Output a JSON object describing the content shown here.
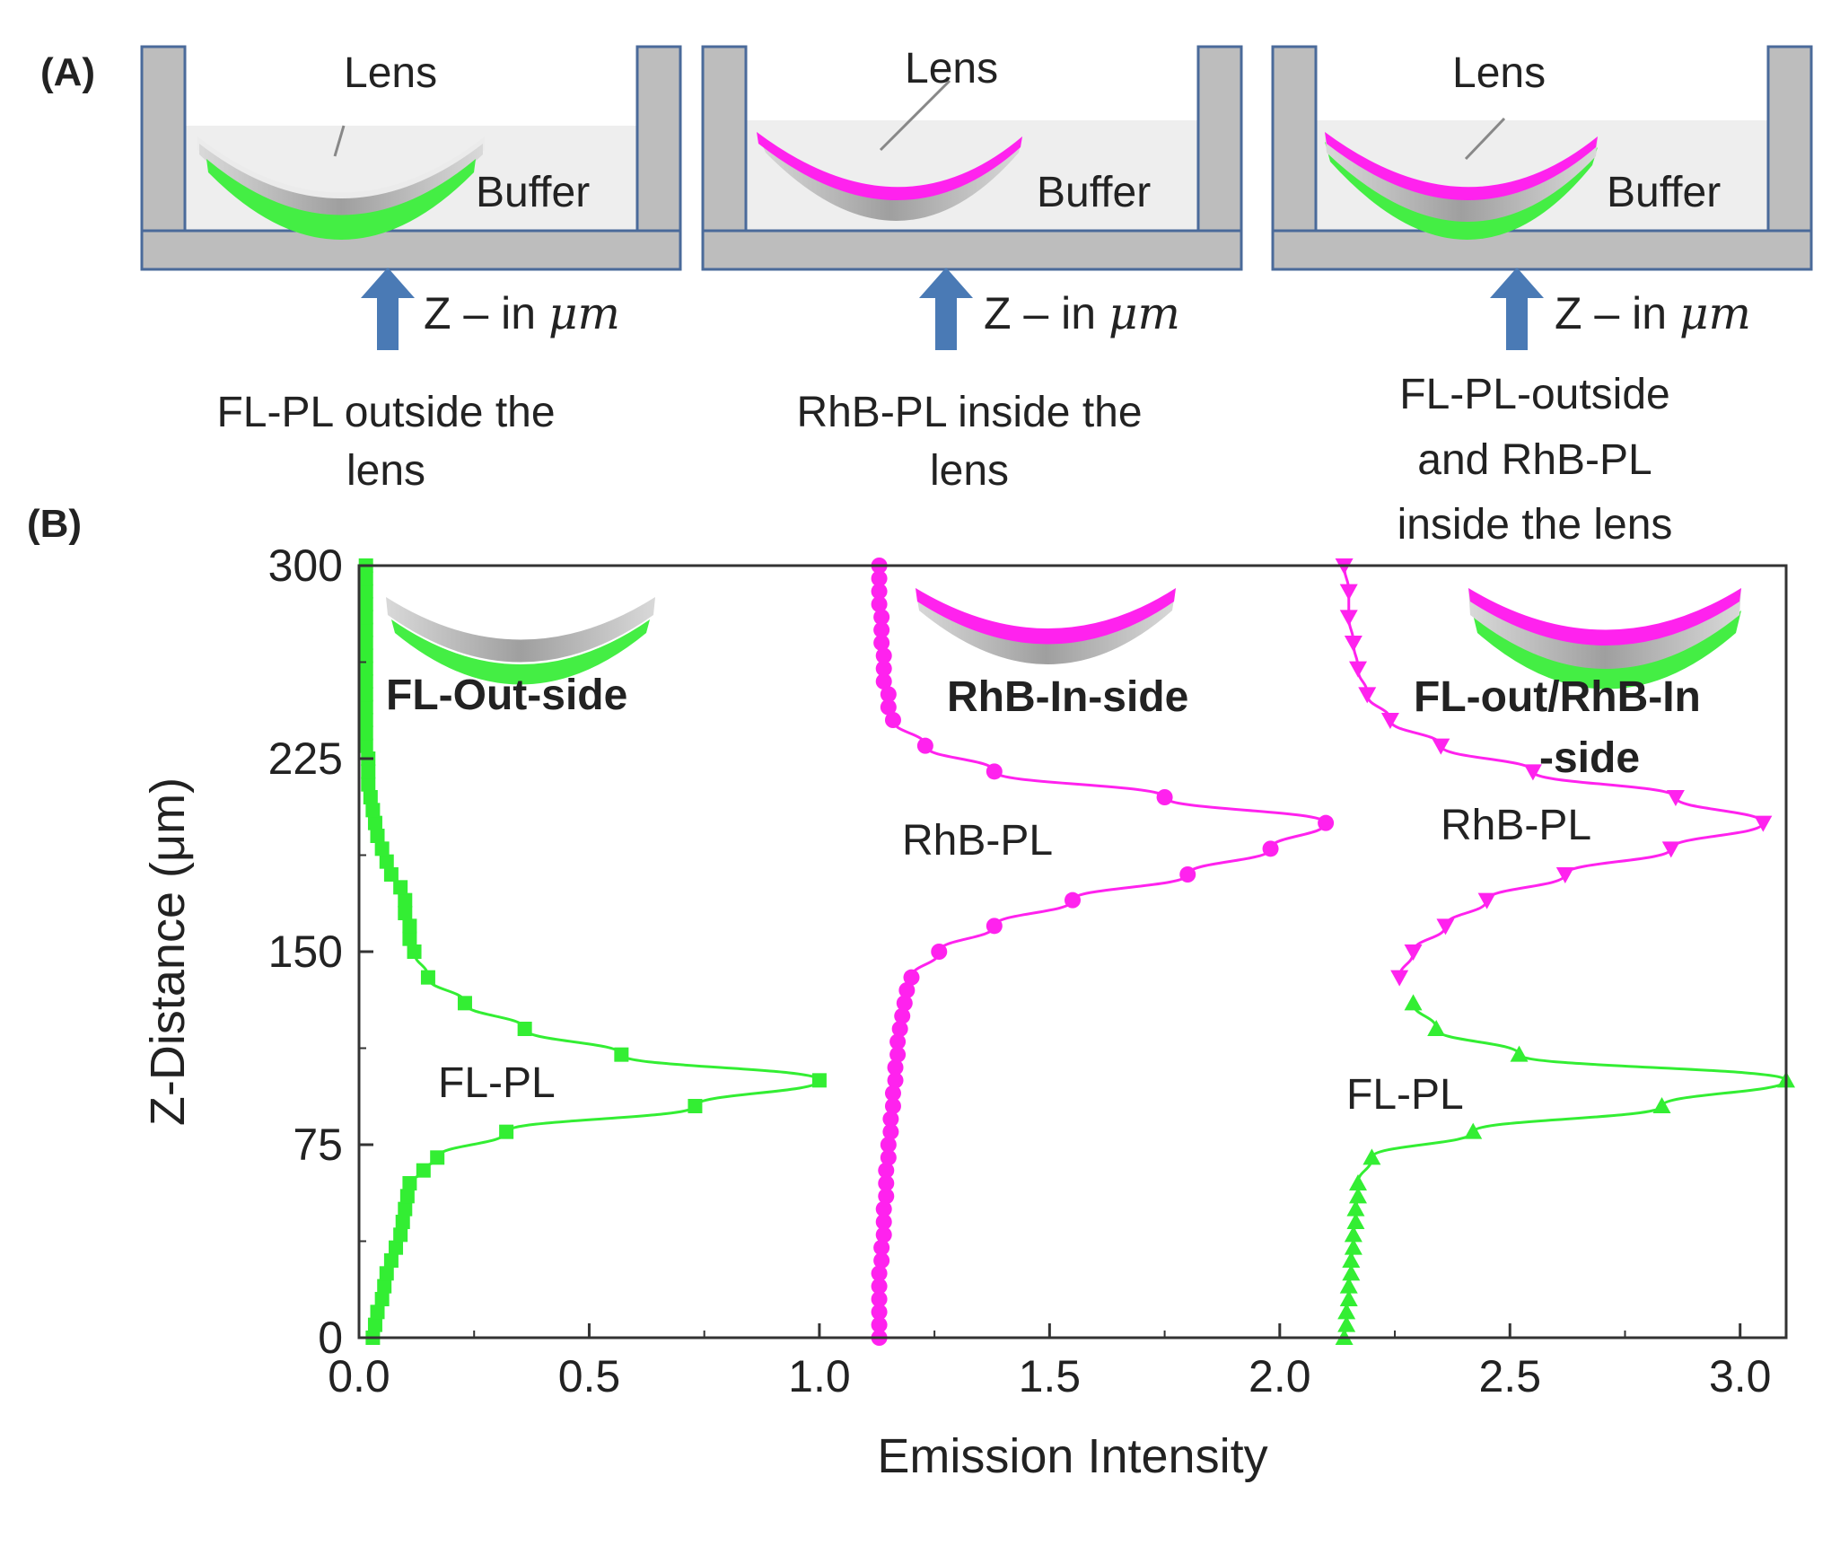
{
  "panel_a": {
    "label": "(A)",
    "schematics": [
      {
        "lens_label": "Lens",
        "buffer_label": "Buffer",
        "axis_label": "Z – in ",
        "axis_unit": "μm",
        "caption": [
          "FL-PL outside the",
          "lens"
        ]
      },
      {
        "lens_label": "Lens",
        "buffer_label": "Buffer",
        "axis_label": "Z – in ",
        "axis_unit": "μm",
        "caption": [
          "RhB-PL inside the",
          "lens"
        ]
      },
      {
        "lens_label": "Lens",
        "buffer_label": "Buffer",
        "axis_label": "Z – in ",
        "axis_unit": "μm",
        "caption": [
          "FL-PL-outside",
          "and RhB-PL",
          "inside the lens"
        ]
      }
    ]
  },
  "panel_b": {
    "label": "(B)"
  },
  "colors": {
    "fl": "#33ee33",
    "rhb": "#ff22ee",
    "glass": "#bbbbbb",
    "buffer": "#eeeeee",
    "frame": "#4a6a9a",
    "arrow": "#4a7ab5"
  },
  "chart_data": {
    "type": "scatter",
    "xlabel": "Emission Intensity",
    "ylabel": "Z-Distance (μm)",
    "xlim": [
      0.0,
      3.1
    ],
    "ylim": [
      0,
      300
    ],
    "xticks": [
      "0.0",
      "0.5",
      "1.0",
      "1.5",
      "2.0",
      "2.5",
      "3.0"
    ],
    "xtick_values": [
      0.0,
      0.5,
      1.0,
      1.5,
      2.0,
      2.5,
      3.0
    ],
    "yticks": [
      "0",
      "75",
      "150",
      "225",
      "300"
    ],
    "ytick_values": [
      0,
      75,
      150,
      225,
      300
    ],
    "grid": false,
    "insets": [
      {
        "label": [
          "FL-Out-side"
        ],
        "lens": "fl"
      },
      {
        "label": [
          "RhB-In-side"
        ],
        "lens": "rhb"
      },
      {
        "label": [
          "FL-out/RhB-In",
          "-side"
        ],
        "lens": "both"
      }
    ],
    "curve_labels": [
      "FL-PL",
      "RhB-PL",
      "RhB-PL",
      "FL-PL"
    ],
    "series": [
      {
        "color": "fl",
        "marker": "square",
        "z": [
          0,
          5,
          10,
          15,
          20,
          25,
          30,
          35,
          40,
          45,
          50,
          55,
          60,
          65,
          70,
          80,
          90,
          100,
          110,
          120,
          130,
          140,
          150,
          155,
          160,
          165,
          170,
          175,
          180,
          185,
          190,
          195,
          200,
          205,
          210,
          215,
          220,
          225,
          230,
          235,
          240,
          245,
          250,
          255,
          260,
          265,
          270,
          275,
          280,
          285,
          290,
          295,
          300
        ],
        "x": [
          0.03,
          0.035,
          0.04,
          0.05,
          0.055,
          0.06,
          0.07,
          0.08,
          0.09,
          0.095,
          0.1,
          0.105,
          0.11,
          0.14,
          0.17,
          0.32,
          0.73,
          1.0,
          0.57,
          0.36,
          0.23,
          0.15,
          0.12,
          0.11,
          0.11,
          0.1,
          0.1,
          0.09,
          0.07,
          0.06,
          0.05,
          0.04,
          0.035,
          0.03,
          0.025,
          0.02,
          0.02,
          0.02,
          0.015,
          0.015,
          0.015,
          0.015,
          0.015,
          0.015,
          0.015,
          0.015,
          0.015,
          0.015,
          0.015,
          0.015,
          0.015,
          0.015,
          0.015
        ]
      },
      {
        "color": "rhb",
        "marker": "circle",
        "z": [
          0,
          5,
          10,
          15,
          20,
          25,
          30,
          35,
          40,
          45,
          50,
          55,
          60,
          65,
          70,
          75,
          80,
          85,
          90,
          95,
          100,
          105,
          110,
          115,
          120,
          125,
          130,
          135,
          140,
          150,
          160,
          170,
          180,
          190,
          200,
          210,
          220,
          230,
          240,
          245,
          250,
          255,
          260,
          265,
          270,
          275,
          280,
          285,
          290,
          295,
          300
        ],
        "x": [
          1.13,
          1.13,
          1.13,
          1.13,
          1.13,
          1.13,
          1.135,
          1.135,
          1.14,
          1.14,
          1.14,
          1.145,
          1.145,
          1.145,
          1.15,
          1.15,
          1.155,
          1.155,
          1.16,
          1.16,
          1.165,
          1.165,
          1.17,
          1.17,
          1.175,
          1.18,
          1.185,
          1.19,
          1.2,
          1.26,
          1.38,
          1.55,
          1.8,
          1.98,
          2.1,
          1.75,
          1.38,
          1.23,
          1.16,
          1.15,
          1.15,
          1.14,
          1.14,
          1.14,
          1.135,
          1.135,
          1.135,
          1.13,
          1.13,
          1.13,
          1.13
        ]
      },
      {
        "color": "rhb",
        "marker": "triangle-down",
        "z": [
          140,
          150,
          160,
          170,
          180,
          190,
          200,
          210,
          220,
          230,
          240,
          250,
          260,
          270,
          280,
          290,
          300
        ],
        "x": [
          2.26,
          2.29,
          2.36,
          2.45,
          2.62,
          2.85,
          3.05,
          2.86,
          2.55,
          2.35,
          2.24,
          2.19,
          2.17,
          2.16,
          2.15,
          2.15,
          2.14
        ]
      },
      {
        "color": "fl",
        "marker": "triangle-up",
        "z": [
          0,
          5,
          10,
          15,
          20,
          25,
          30,
          35,
          40,
          45,
          50,
          55,
          60,
          70,
          80,
          90,
          100,
          110,
          120,
          130
        ],
        "x": [
          2.14,
          2.145,
          2.145,
          2.15,
          2.15,
          2.155,
          2.155,
          2.16,
          2.16,
          2.165,
          2.165,
          2.17,
          2.17,
          2.2,
          2.42,
          2.83,
          3.1,
          2.52,
          2.34,
          2.29
        ]
      }
    ]
  }
}
